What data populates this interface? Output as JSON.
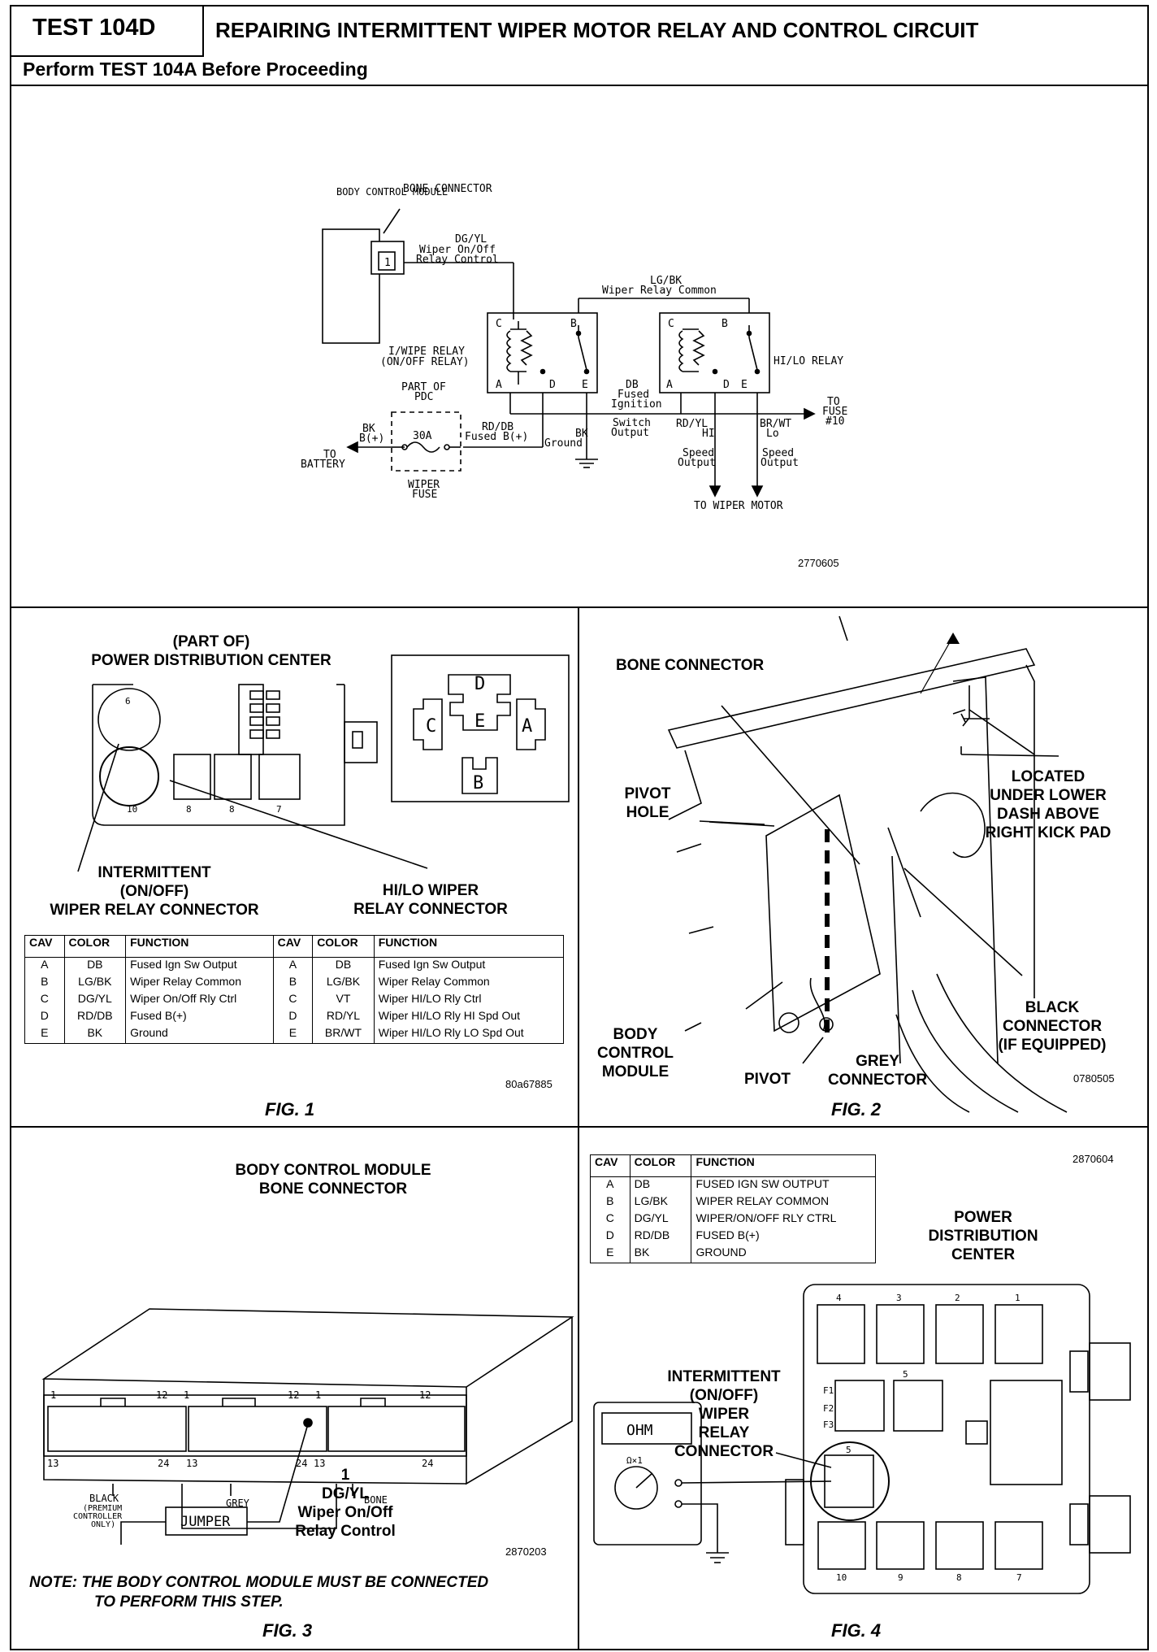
{
  "header": {
    "test_id": "TEST 104D",
    "title": "REPAIRING INTERMITTENT WIPER MOTOR RELAY AND CONTROL CIRCUIT",
    "subtitle": "Perform TEST 104A Before Proceeding"
  },
  "schematic": {
    "bcm": "BODY CONTROL MODULE",
    "bone": "BONE CONNECTOR",
    "pin1": "1",
    "dgyl": "DG/YL",
    "dgyl_fn1": "Wiper On/Off",
    "dgyl_fn2": "Relay Control",
    "lgbk": "LG/BK",
    "lgbk_fn": "Wiper Relay Common",
    "iwipe1": "I/WIPE RELAY",
    "iwipe2": "(ON/OFF RELAY)",
    "hilo": "HI/LO RELAY",
    "part_of": "PART OF",
    "pdc": "PDC",
    "fuse_amp": "30A",
    "wiper_fuse1": "WIPER",
    "wiper_fuse2": "FUSE",
    "bk": "BK",
    "bplus": "B(+)",
    "to_battery1": "TO",
    "to_battery2": "BATTERY",
    "rddb": "RD/DB",
    "fused_b": "Fused B(+)",
    "bk_ground1": "BK",
    "bk_ground2": "Ground",
    "db": "DB",
    "db_fn1": "Fused",
    "db_fn2": "Ignition",
    "db_fn3": "Switch",
    "db_fn4": "Output",
    "rdyl": "RD/YL",
    "rdyl_fn1": "HI",
    "rdyl_fn2": "Speed",
    "rdyl_fn3": "Output",
    "brwt": "BR/WT",
    "brwt_fn1": "Lo",
    "brwt_fn2": "Speed",
    "brwt_fn3": "Output",
    "to_fuse1": "TO",
    "to_fuse2": "FUSE",
    "to_fuse3": "#10",
    "to_motor": "TO WIPER MOTOR",
    "pin_c": "C",
    "pin_b": "B",
    "pin_a": "A",
    "pin_d": "D",
    "pin_e": "E",
    "fig_no": "2770605"
  },
  "fig1": {
    "title1": "(PART OF)",
    "title2": "POWER DISTRIBUTION CENTER",
    "slot_labels": [
      "10",
      "8",
      "8",
      "7"
    ],
    "slot_top": "6",
    "pin_letters": [
      "D",
      "C",
      "E",
      "A",
      "B"
    ],
    "int_label1": "INTERMITTENT",
    "int_label2": "(ON/OFF)",
    "int_label3": "WIPER RELAY CONNECTOR",
    "hilo_label1": "HI/LO WIPER",
    "hilo_label2": "RELAY CONNECTOR",
    "table_headers": [
      "CAV",
      "COLOR",
      "FUNCTION",
      "CAV",
      "COLOR",
      "FUNCTION"
    ],
    "table_rows": [
      [
        "A",
        "DB",
        "Fused Ign Sw Output",
        "A",
        "DB",
        "Fused Ign Sw Output"
      ],
      [
        "B",
        "LG/BK",
        "Wiper Relay Common",
        "B",
        "LG/BK",
        "Wiper Relay Common"
      ],
      [
        "C",
        "DG/YL",
        "Wiper On/Off Rly Ctrl",
        "C",
        "VT",
        "Wiper HI/LO Rly Ctrl"
      ],
      [
        "D",
        "RD/DB",
        "Fused B(+)",
        "D",
        "RD/YL",
        "Wiper HI/LO Rly HI Spd Out"
      ],
      [
        "E",
        "BK",
        "Ground",
        "E",
        "BR/WT",
        "Wiper HI/LO Rly LO Spd Out"
      ]
    ],
    "fig_no": "80a67885",
    "caption": "FIG. 1"
  },
  "fig2": {
    "bone": "BONE CONNECTOR",
    "pivot_hole1": "PIVOT",
    "pivot_hole2": "HOLE",
    "located1": "LOCATED",
    "located2": "UNDER LOWER",
    "located3": "DASH ABOVE",
    "located4": "RIGHT KICK PAD",
    "black1": "BLACK",
    "black2": "CONNECTOR",
    "black3": "(IF EQUIPPED)",
    "bcm1": "BODY",
    "bcm2": "CONTROL",
    "bcm3": "MODULE",
    "pivot": "PIVOT",
    "grey1": "GREY",
    "grey2": "CONNECTOR",
    "fig_no": "0780505",
    "caption": "FIG. 2"
  },
  "fig3": {
    "title1": "BODY CONTROL MODULE",
    "title2": "BONE CONNECTOR",
    "pin_1": "1",
    "pin_12": "12",
    "pin_13": "13",
    "pin_24": "24",
    "black1": "BLACK",
    "black2": "(PREMIUM",
    "black3": "CONTROLLER",
    "black4": "ONLY)",
    "grey": "GREY",
    "bone": "BONE",
    "jumper": "JUMPER",
    "pin_label1": "1",
    "pin_label2": "DG/YL",
    "pin_label3": "Wiper On/Off",
    "pin_label4": "Relay Control",
    "fig_no": "2870203",
    "note1": "NOTE:  THE BODY CONTROL MODULE MUST BE CONNECTED",
    "note2": "TO PERFORM THIS STEP.",
    "caption": "FIG. 3"
  },
  "fig4": {
    "table_headers": [
      "CAV",
      "COLOR",
      "FUNCTION"
    ],
    "table_rows": [
      [
        "A",
        "DB",
        "FUSED IGN SW OUTPUT"
      ],
      [
        "B",
        "LG/BK",
        "WIPER RELAY COMMON"
      ],
      [
        "C",
        "DG/YL",
        "WIPER/ON/OFF RLY CTRL"
      ],
      [
        "D",
        "RD/DB",
        "FUSED B(+)"
      ],
      [
        "E",
        "BK",
        "GROUND"
      ]
    ],
    "fig_no": "2870604",
    "pdc1": "POWER",
    "pdc2": "DISTRIBUTION",
    "pdc3": "CENTER",
    "int1": "INTERMITTENT",
    "int2": "(ON/OFF)",
    "int3": "WIPER",
    "int4": "RELAY",
    "int5": "CONNECTOR",
    "ohm": "OHM",
    "range": "Ω×1",
    "top_slots": [
      "4",
      "3",
      "2",
      "1"
    ],
    "mid_slot": "5",
    "bot_slots": [
      "10",
      "9",
      "8",
      "7"
    ],
    "f_labels": [
      "F1",
      "F2",
      "F3"
    ],
    "caption": "FIG. 4"
  }
}
